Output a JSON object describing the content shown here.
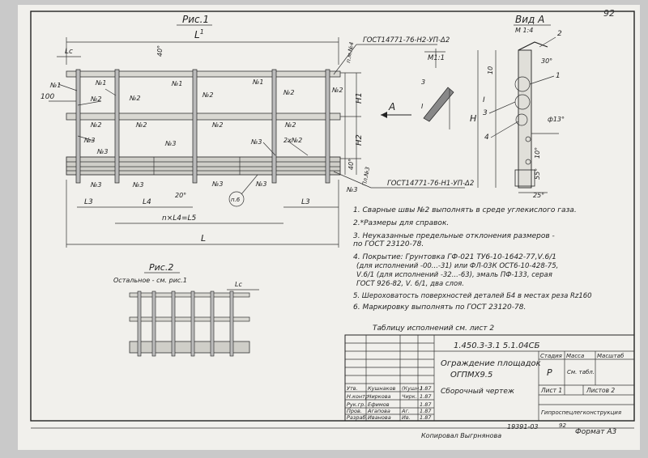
{
  "figure1": {
    "title": "Рис.1",
    "dim_L1": "L",
    "dim_L1_sup": "1",
    "dim_Lc_top": "Lc",
    "angle_40": "40°",
    "weld_top": "ГОСТ14771-76-Н2-УП-Δ2",
    "weld_top_prefix": "п.м.№4",
    "weld_bottom": "ГОСТ14771-76-Н1-УП-Δ2",
    "weld_bottom_prefix": "Пл.№3",
    "label_n1": "№1",
    "label_n2": "№2",
    "label_n3": "№3",
    "label_n2x2": "2х№2",
    "label_100": "100",
    "label_20": "20°",
    "label_40_vert": "40°",
    "dim_H1": "H1",
    "dim_H2": "H2",
    "dim_H": "H",
    "dim_L3": "L3",
    "dim_L3b": "L3",
    "dim_L4": "L4",
    "dim_nL4": "n×L4=L5",
    "dim_L": "L",
    "callout_p6": "п.6",
    "view_arrow": "A",
    "section_scale": "M1:1",
    "section_3": "3",
    "section_I": "I"
  },
  "viewA": {
    "title": "Вид А",
    "scale": "М 1:4",
    "item_1": "1",
    "item_2": "2",
    "item_3": "3",
    "item_4": "4",
    "angle_30": "30°",
    "dim_10": "10",
    "dim_10b": "10°",
    "dim_H": "H",
    "dim_I": "I",
    "dim_phi13": "ф13°",
    "dim_25": "25°",
    "dim_55": "55°"
  },
  "figure2": {
    "title": "Рис.2",
    "subtitle": "Остальное - см. рис.1",
    "dim_Lc": "Lc"
  },
  "notes": [
    "1. Сварные швы №2 выполнять в среде углекислого газа.",
    "2.*Размеры для справок.",
    "3. Неуказанные предельные отклонения размеров -",
    "    по ГОСТ 23120-78.",
    "4. Покрытие: Грунтовка ГФ-021 ТУ6-10-1642-77,Ⅴ.6/1",
    "(для исполнений -00...-31) или ФЛ-03К ОСТ6-10-428-75,",
    "Ⅴ.6/1 (для исполнений -32...-63), эмаль ПФ-133, серая",
    "ГОСТ 926-82, Ⅴ. 6/1, два слоя.",
    "5. Шероховатость поверхностей деталей Б4 в местах реза Rz160",
    "6. Маркировку выполнять по ГОСТ 23120-78."
  ],
  "table_note": "Таблицу исполнений см. лист 2",
  "title_block": {
    "doc_code": "1.450.3-3.1  5.1.04СБ",
    "name_line1": "Ограждение площадок",
    "name_line2": "ОГПМХ9.5",
    "name_line3": "Сборочный чертеж",
    "col_stage": "Стадия",
    "col_mass": "Масса",
    "col_scale": "Масштаб",
    "stage_value": "Р",
    "mass_value": "См. табл.",
    "sheet": "Лист 1",
    "sheets": "Листов 2",
    "organization": "Гипроспецлегконструкция",
    "roles": [
      {
        "role": "Утв.",
        "name": "Кушнаков",
        "sign": "(Кушн.)",
        "date": "1.87"
      },
      {
        "role": "Н.контр.",
        "name": "Чиркова",
        "sign": "Чирк.",
        "date": "1.87"
      },
      {
        "role": "Рук.гр.",
        "name": "Ефимов",
        "sign": "",
        "date": "1.87"
      },
      {
        "role": "Пров.",
        "name": "Агапова",
        "sign": "Аг.",
        "date": "1.87"
      },
      {
        "role": "Разраб.",
        "name": "Иванова",
        "sign": "Ив.",
        "date": "1.87"
      }
    ]
  },
  "footer": {
    "copied": "Копировал Выгрнянова",
    "inventory": "19391-03",
    "page_small": "92",
    "format": "Формат А3"
  },
  "corner_page": "92"
}
